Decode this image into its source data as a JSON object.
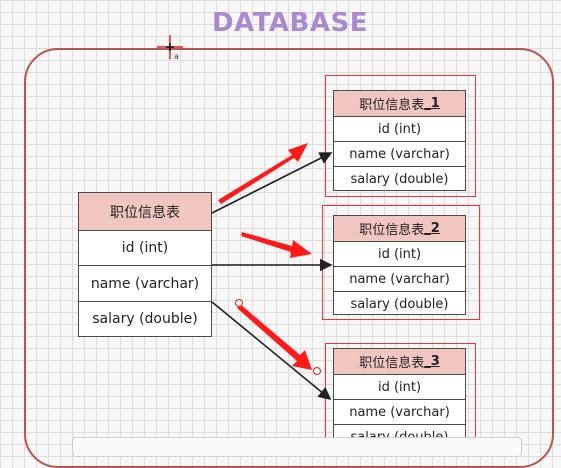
{
  "title": "DATABASE",
  "main_table": {
    "header": "职位信息表",
    "rows": [
      "id (int)",
      "name (varchar)",
      "salary (double)"
    ]
  },
  "copies": [
    {
      "header": "职位信息表",
      "suffix": "_1",
      "rows": [
        "id (int)",
        "name (varchar)",
        "salary (double)"
      ]
    },
    {
      "header": "职位信息表",
      "suffix": "_2",
      "rows": [
        "id (int)",
        "name (varchar)",
        "salary (double)"
      ]
    },
    {
      "header": "职位信息表",
      "suffix": "_3",
      "rows": [
        "id (int)",
        "name (varchar)",
        "salary (double)"
      ]
    }
  ],
  "cursor_label": "a",
  "colors": {
    "header_fill": "#f1c6c1",
    "frame": "#b9554f",
    "title": "#a98ad0",
    "highlight_arrow": "#ff1a1a"
  }
}
